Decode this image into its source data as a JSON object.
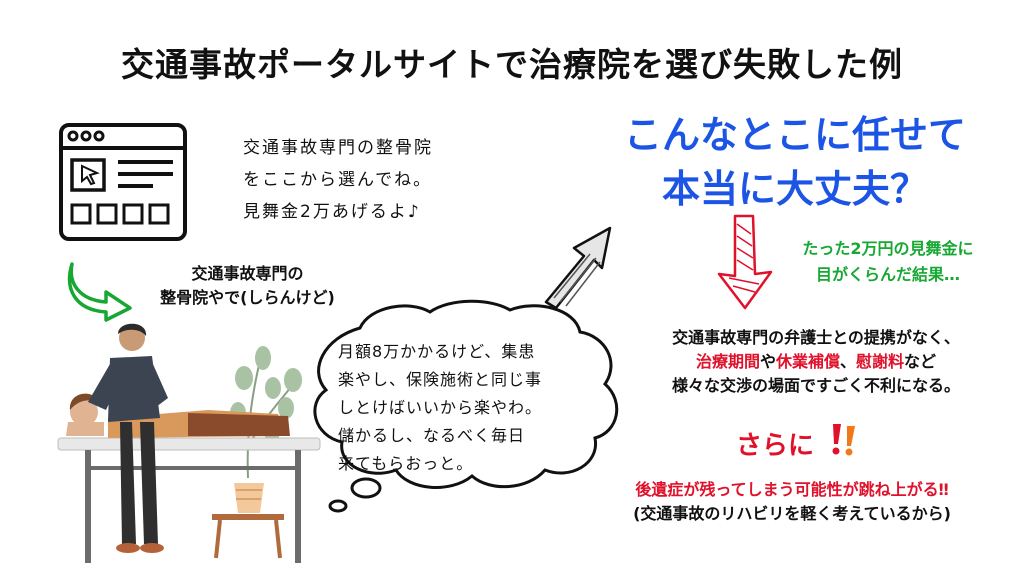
{
  "title": "交通事故ポータルサイトで治療院を選び失敗した例",
  "portal": {
    "message_lines": [
      "交通事故専門の整骨院",
      "をここから選んでね。",
      "見舞金2万あげるよ♪"
    ]
  },
  "clinic": {
    "label_lines": [
      "交通事故専門の",
      "整骨院やで(しらんけど)"
    ]
  },
  "thought": {
    "lines": [
      "月額8万かかるけど、集患",
      "楽やし、保険施術と同じ事",
      "しとけばいいから楽やわ。",
      "儲かるし、なるべく毎日",
      "来てもらおっと。"
    ]
  },
  "headline": {
    "lines": [
      "こんなとこに任せて",
      "本当に大丈夫？"
    ]
  },
  "blinded": {
    "lines": [
      "たった2万円の見舞金に",
      "目がくらんだ結果…"
    ]
  },
  "problem": {
    "line1": "交通事故専門の弁護士との提携がなく、",
    "line2": {
      "part1": "治療期間",
      "part2": "や",
      "part3": "休業補償",
      "part4": "、",
      "part5": "慰謝料",
      "part6": "など"
    },
    "line3": "様々な交渉の場面ですごく不利になる。"
  },
  "sarani": "さらに",
  "risk": {
    "line1": "後遺症が残ってしまう可能性が跳ね上がる‼",
    "line2": "(交通事故のリハビリを軽く考えているから)"
  },
  "colors": {
    "blue": "#1c55e6",
    "green": "#17a833",
    "red": "#e0112b",
    "scrub": "#3b4450"
  },
  "icons": [
    "browser-window-icon",
    "cursor-icon",
    "green-curved-arrow-icon",
    "gray-arrow-icon",
    "red-arrow-icon",
    "exclamation-icon"
  ]
}
